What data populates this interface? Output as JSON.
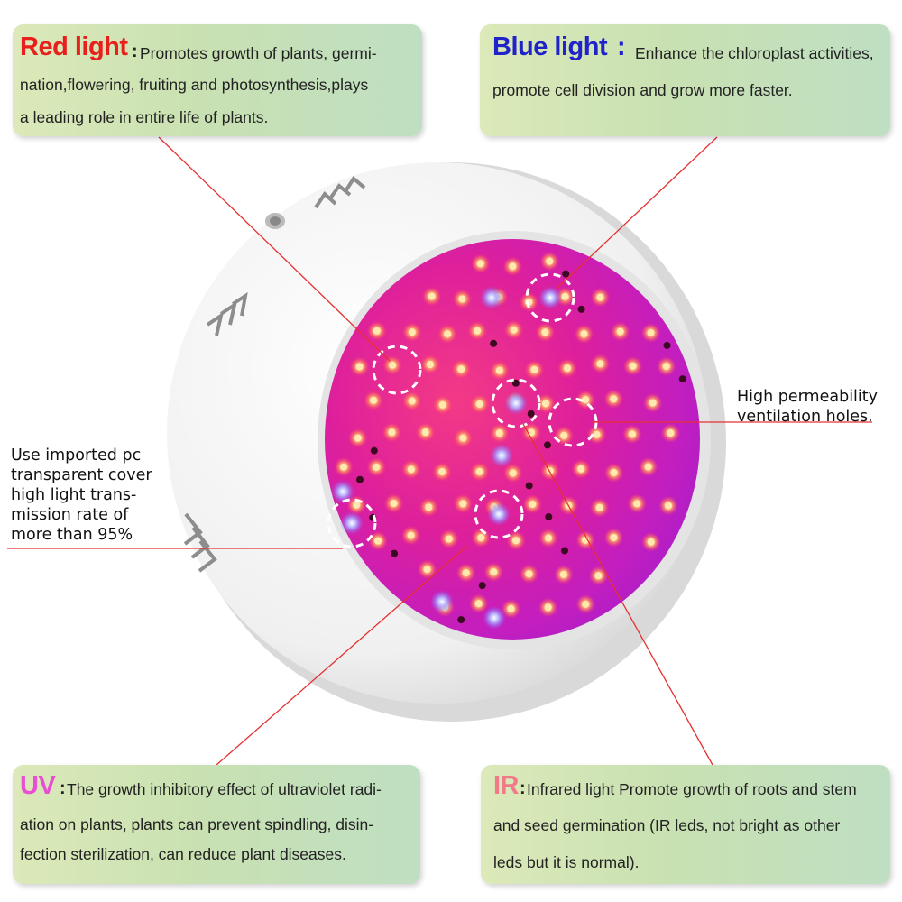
{
  "red_box": {
    "heading": "Red light",
    "colon": ":",
    "lines": [
      "Promotes growth of plants, germi-",
      "nation,flowering, fruiting and photosynthesis,plays",
      "a leading role in entire life of plants."
    ]
  },
  "blue_box": {
    "heading": "Blue light",
    "colon": ":",
    "lines": [
      "Enhance the chloroplast activities,",
      "promote cell division and grow more faster."
    ]
  },
  "uv_box": {
    "heading": "UV",
    "colon": ":",
    "lines": [
      "The growth inhibitory effect of ultraviolet radi-",
      "ation on plants, plants can prevent spindling, disin-",
      "fection sterilization, can reduce plant diseases."
    ]
  },
  "ir_box": {
    "heading": "IR",
    "colon": ":",
    "lines": [
      "Infrared light Promote growth of roots and stem",
      "and seed germination (IR leds, not bright as other",
      "leds but it is normal)."
    ]
  },
  "ventilation_label": [
    "High permeability",
    "ventilation holes."
  ],
  "cover_label": [
    "Use imported pc",
    "transparent cover",
    "high light trans-",
    "mission rate of",
    "more than 95%"
  ],
  "colors": {
    "red_heading": "#e8201d",
    "blue_heading": "#1f23c9",
    "uv_heading": "#e84fd3",
    "ir_heading": "#f07a8a",
    "leader_line": "#e83030",
    "panel_magenta": "#d8209f"
  }
}
